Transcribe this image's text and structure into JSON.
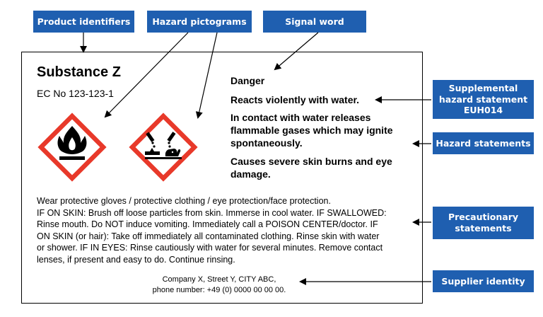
{
  "callouts": {
    "product_identifiers": "Product identifiers",
    "hazard_pictograms": "Hazard pictograms",
    "signal_word": "Signal word",
    "supplemental": "Supplemental\nhazard statement\nEUH014",
    "hazard_statements": "Hazard statements",
    "precautionary_statements": "Precautionary\nstatements",
    "supplier_identity": "Supplier identity"
  },
  "label": {
    "substance_name": "Substance Z",
    "ec_number": "EC No 123-123-1",
    "signal_word": "Danger",
    "supplemental_statement": "Reacts violently with water.",
    "hazard_statements": [
      "In contact with water releases\nflammable gases which may ignite\nspontaneously.",
      "Causes severe skin burns and eye\ndamage."
    ],
    "precautionary_statements": "Wear protective gloves / protective clothing / eye protection/face protection.\nIF ON SKIN: Brush off loose particles from skin. Immerse in cool water. IF SWALLOWED:\nRinse mouth. Do NOT induce vomiting. Immediately call a POISON CENTER/doctor. IF\nON SKIN (or hair): Take off immediately all contaminated clothing. Rinse skin with water\nor shower. IF IN EYES: Rinse cautiously with water for several minutes. Remove contact\nlenses, if present and easy to do. Continue rinsing.",
    "supplier": "Company X, Street Y, CITY ABC,\nphone number: +49 (0) 0000 00 00 00."
  },
  "pictograms": [
    "flame-pictogram",
    "corrosion-pictogram"
  ],
  "colors": {
    "callout_bg": "#1f5fb0",
    "pictogram_border": "#e8392a"
  }
}
